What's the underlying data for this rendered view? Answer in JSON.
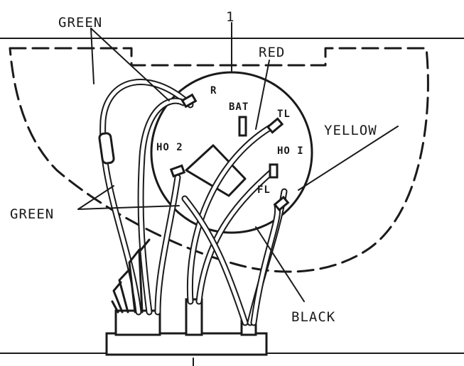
{
  "diagram": {
    "callout_number": "1",
    "labels": {
      "green_top": "GREEN",
      "green_left": "GREEN",
      "red": "RED",
      "yellow": "YELLOW",
      "black": "BLACK",
      "bat": "BAT",
      "r": "R",
      "tl": "TL",
      "ho2": "HO 2",
      "ho1": "HO I",
      "fl": "FL"
    },
    "colors": {
      "ink": "#1a1a1a",
      "paper": "#ffffff"
    }
  }
}
